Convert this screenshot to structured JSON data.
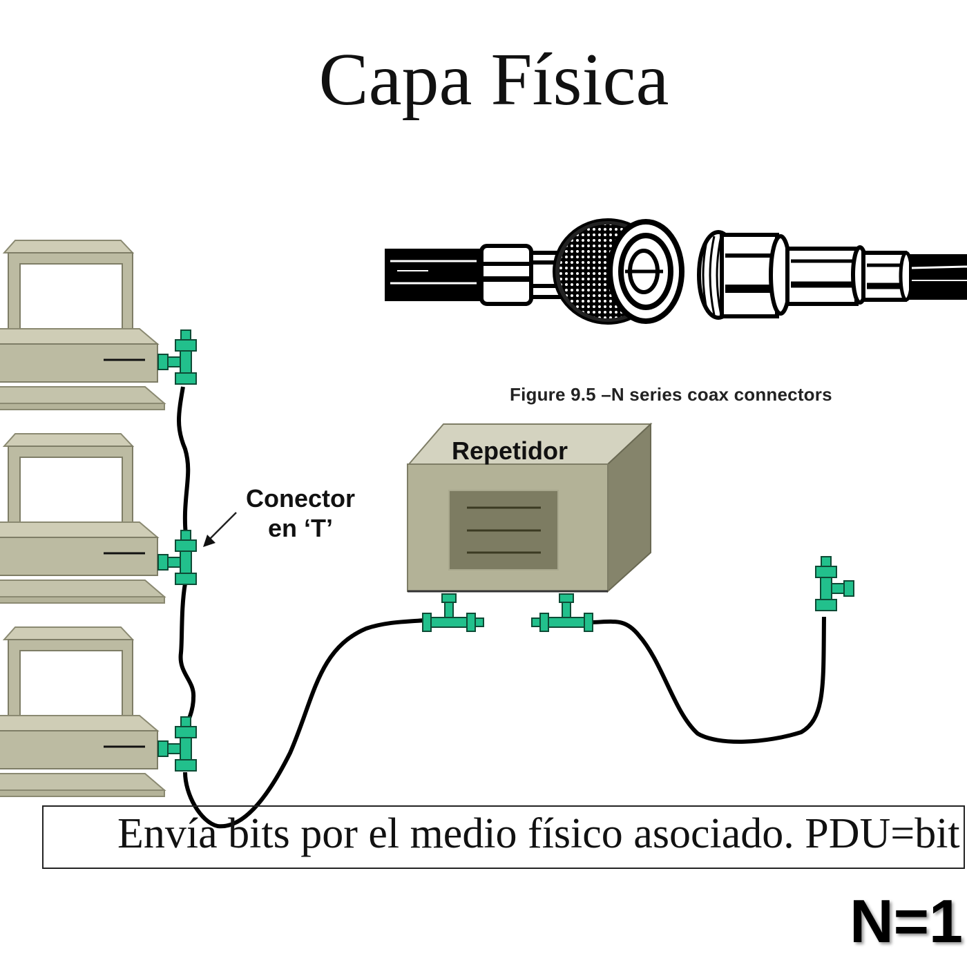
{
  "slide": {
    "title": "Capa Física",
    "note": "Envía bits por el medio físico asociado. PDU=bit",
    "layer_badge": "N=1"
  },
  "figure": {
    "caption": "Figure 9.5 –N series coax connectors",
    "subject": "N-series coaxial connector pair (male plug and female jack)"
  },
  "diagram": {
    "repeater_label": "Repetidor",
    "t_connector_label_line1": "Conector",
    "t_connector_label_line2": "en ‘T’",
    "computers": [
      {
        "name": "computer-1"
      },
      {
        "name": "computer-2"
      },
      {
        "name": "computer-3"
      }
    ],
    "colors": {
      "computer_body": "#bcbba2",
      "computer_edge": "#7e7d66",
      "connector": "#22c08c",
      "connector_edge": "#0e4a35",
      "cable": "#000000",
      "repeater_front": "#b3b297",
      "repeater_top": "#d4d3c0",
      "repeater_side": "#85846b",
      "repeater_panel": "#7d7c62"
    }
  }
}
